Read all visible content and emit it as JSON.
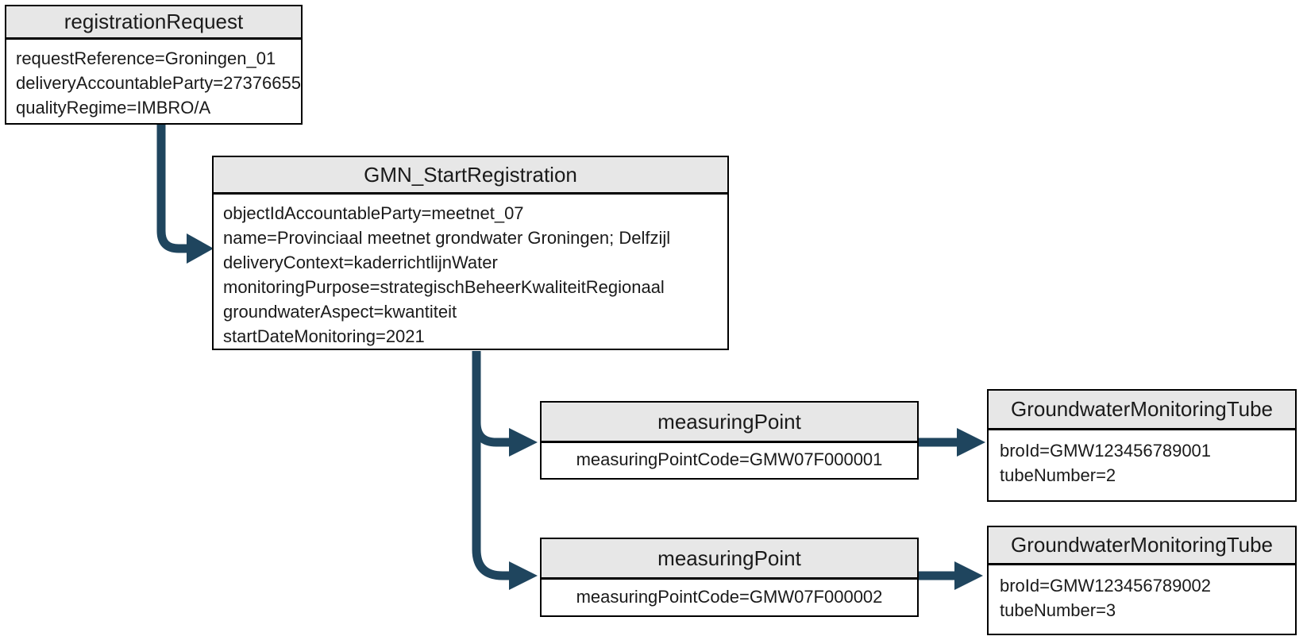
{
  "diagram": {
    "colors": {
      "background": "#ffffff",
      "arrow": "#1f455e",
      "header_fill": "#e7e7e7",
      "border": "#000000"
    },
    "nodes": [
      {
        "id": "registration-request",
        "title": "registrationRequest",
        "attributes": [
          "requestReference=Groningen_01",
          "deliveryAccountableParty=27376655",
          "qualityRegime=IMBRO/A"
        ]
      },
      {
        "id": "gmn-start-registration",
        "title": "GMN_StartRegistration",
        "attributes": [
          "objectIdAccountableParty=meetnet_07",
          "name=Provinciaal meetnet grondwater Groningen; Delfzijl",
          "deliveryContext=kaderrichtlijnWater",
          "monitoringPurpose=strategischBeheerKwaliteitRegionaal",
          "groundwaterAspect=kwantiteit",
          "startDateMonitoring=2021"
        ]
      },
      {
        "id": "measuring-point-1",
        "title": "measuringPoint",
        "attributes": [
          "measuringPointCode=GMW07F000001"
        ]
      },
      {
        "id": "groundwater-monitoring-tube-1",
        "title": "GroundwaterMonitoringTube",
        "attributes": [
          "broId=GMW123456789001",
          "tubeNumber=2"
        ]
      },
      {
        "id": "measuring-point-2",
        "title": "measuringPoint",
        "attributes": [
          "measuringPointCode=GMW07F000002"
        ]
      },
      {
        "id": "groundwater-monitoring-tube-2",
        "title": "GroundwaterMonitoringTube",
        "attributes": [
          "broId=GMW123456789002",
          "tubeNumber=3"
        ]
      }
    ],
    "connections": [
      {
        "from": "registration-request",
        "to": "gmn-start-registration"
      },
      {
        "from": "gmn-start-registration",
        "to": "measuring-point-1"
      },
      {
        "from": "gmn-start-registration",
        "to": "measuring-point-2"
      },
      {
        "from": "measuring-point-1",
        "to": "groundwater-monitoring-tube-1"
      },
      {
        "from": "measuring-point-2",
        "to": "groundwater-monitoring-tube-2"
      }
    ]
  }
}
